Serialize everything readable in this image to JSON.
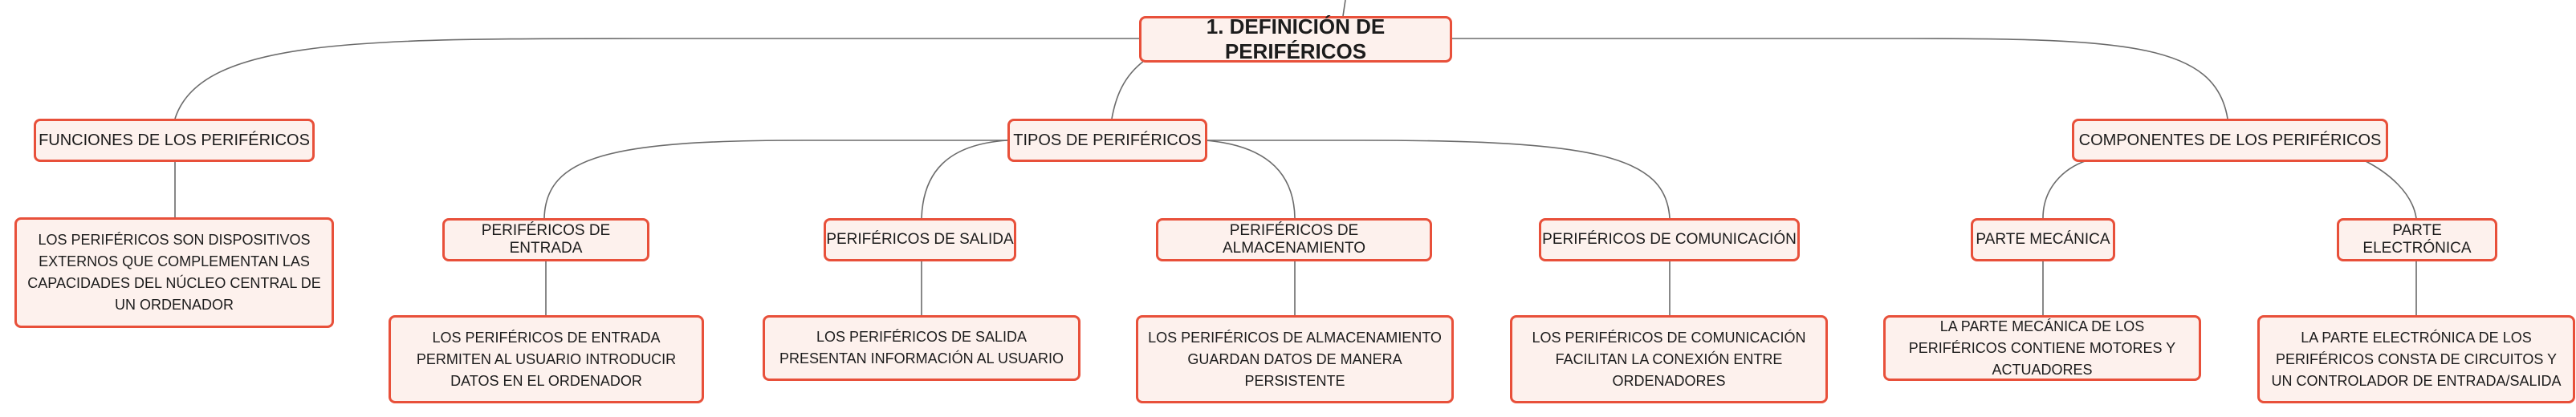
{
  "root": {
    "label": "1. DEFINICIÓN DE PERIFÉRICOS"
  },
  "branches": {
    "funciones": {
      "label": "FUNCIONES DE LOS PERIFÉRICOS",
      "description": "LOS PERIFÉRICOS SON DISPOSITIVOS EXTERNOS QUE COMPLEMENTAN LAS CAPACIDADES DEL NÚCLEO CENTRAL DE UN ORDENADOR"
    },
    "tipos": {
      "label": "TIPOS DE PERIFÉRICOS",
      "children": [
        {
          "label": "PERIFÉRICOS DE ENTRADA",
          "description": "LOS PERIFÉRICOS DE ENTRADA PERMITEN AL USUARIO INTRODUCIR DATOS EN EL ORDENADOR"
        },
        {
          "label": "PERIFÉRICOS DE SALIDA",
          "description": "LOS PERIFÉRICOS DE SALIDA PRESENTAN INFORMACIÓN AL USUARIO"
        },
        {
          "label": "PERIFÉRICOS DE ALMACENAMIENTO",
          "description": "LOS PERIFÉRICOS DE ALMACENAMIENTO GUARDAN DATOS DE MANERA PERSISTENTE"
        },
        {
          "label": "PERIFÉRICOS DE COMUNICACIÓN",
          "description": "LOS PERIFÉRICOS DE COMUNICACIÓN FACILITAN LA CONEXIÓN ENTRE ORDENADORES"
        }
      ]
    },
    "componentes": {
      "label": "COMPONENTES DE LOS PERIFÉRICOS",
      "children": [
        {
          "label": "PARTE MECÁNICA",
          "description": "LA PARTE MECÁNICA DE LOS PERIFÉRICOS CONTIENE MOTORES Y ACTUADORES"
        },
        {
          "label": "PARTE ELECTRÓNICA",
          "description": "LA PARTE ELECTRÓNICA DE LOS PERIFÉRICOS CONSTA DE CIRCUITOS Y UN CONTROLADOR DE ENTRADA/SALIDA"
        }
      ]
    }
  },
  "colors": {
    "border": "#e8503a",
    "fill": "#fdf1ed",
    "line": "#6b6b6b",
    "text": "#1c1c1c"
  }
}
